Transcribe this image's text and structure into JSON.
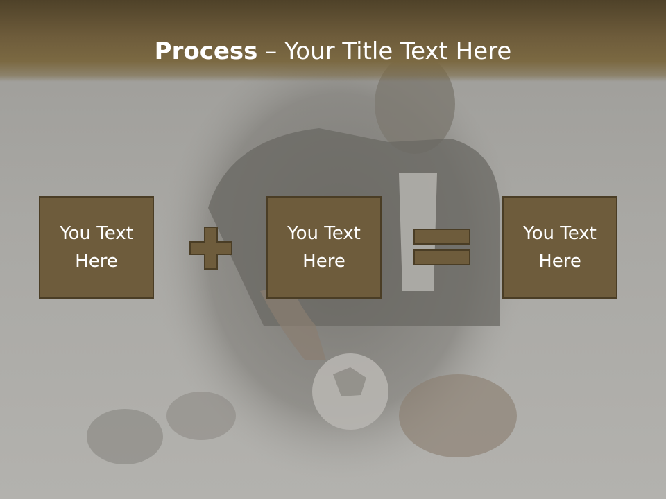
{
  "slide": {
    "title_bold": "Process",
    "title_dash": " – ",
    "title_rest": "Your Title Text Here",
    "boxes": [
      {
        "line1": "You Text",
        "line2": "Here"
      },
      {
        "line1": "You Text",
        "line2": "Here"
      },
      {
        "line1": "You Text",
        "line2": "Here"
      }
    ],
    "operators": [
      "plus",
      "equals"
    ]
  },
  "colors": {
    "box_fill": "#6e5c3c",
    "box_border": "#4a3d25",
    "title_bar": "#7b6942",
    "text": "#ffffff"
  }
}
